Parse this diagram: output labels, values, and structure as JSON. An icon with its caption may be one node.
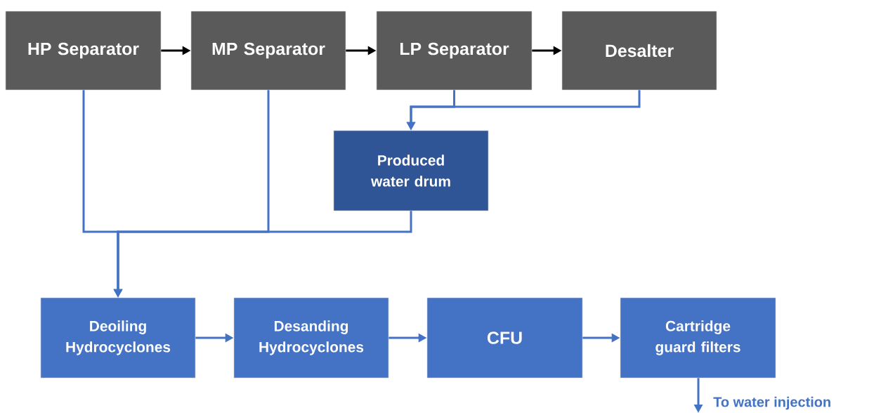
{
  "diagram": {
    "nodes": [
      {
        "text": [
          "HP Separator"
        ]
      },
      {
        "text": [
          "MP Separator"
        ]
      },
      {
        "text": [
          "LP Separator"
        ]
      },
      {
        "text": [
          "Desalter"
        ]
      },
      {
        "text": [
          "Produced water drum"
        ]
      },
      {
        "text": [
          "Deoiling Hydrocyclones"
        ]
      },
      {
        "text": [
          "Desanding Hydrocyclones"
        ]
      },
      {
        "text": [
          "CFU"
        ]
      },
      {
        "text": [
          "Cartridge guard filters"
        ]
      },
      {
        "text": [
          "To water injection"
        ]
      }
    ],
    "edges": [
      {
        "from": 0,
        "to": 1,
        "arrow": "to",
        "color": "#000000"
      },
      {
        "from": 1,
        "to": 2,
        "arrow": "to",
        "color": "#000000"
      },
      {
        "from": 2,
        "to": 3,
        "arrow": "to",
        "color": "#000000"
      },
      {
        "from": 2,
        "to": 4,
        "arrow": "to"
      },
      {
        "from": 3,
        "to": 4,
        "arrow": "to"
      },
      {
        "from": 0,
        "to": 5,
        "arrow": "to"
      },
      {
        "from": 1,
        "to": 5,
        "arrow": "to"
      },
      {
        "from": 4,
        "to": 5,
        "arrow": "to"
      },
      {
        "from": 5,
        "to": 6,
        "arrow": "to"
      },
      {
        "from": 6,
        "to": 7,
        "arrow": "to"
      },
      {
        "from": 7,
        "to": 8,
        "arrow": "to"
      },
      {
        "from": 8,
        "to": 9,
        "arrow": "to"
      }
    ]
  }
}
